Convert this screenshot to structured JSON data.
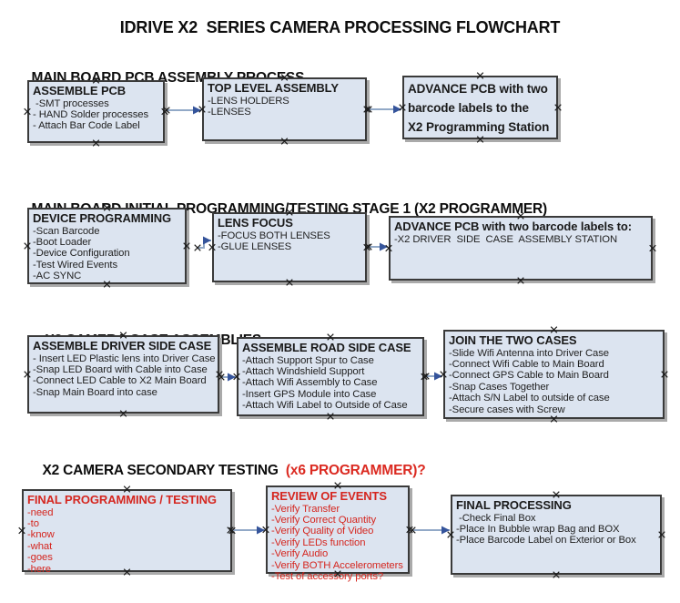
{
  "title": "IDRIVE X2  SERIES CAMERA PROCESSING FLOWCHART",
  "colors": {
    "box_fill": "#dce4f0",
    "box_border": "#3a3a3a",
    "accent_red": "#db2a21",
    "arrow_line": "#92a9c7",
    "arrow_head": "#35549b"
  },
  "sections": [
    {
      "heading": "MAIN BOARD PCB ASSEMBLY PROCESS",
      "heading_suffix": "",
      "boxes": [
        {
          "title": "ASSEMBLE PCB",
          "items": [
            " -SMT processes",
            "- HAND Solder processes",
            "- Attach Bar Code Label"
          ]
        },
        {
          "title": "TOP LEVEL ASSEMBLY",
          "items": [
            "-LENS HOLDERS",
            "-LENSES"
          ]
        },
        {
          "title": "ADVANCE PCB with two\nbarcode labels to the\n X2 Programming Station",
          "items": []
        }
      ]
    },
    {
      "heading": "MAIN BOARD INITIAL PROGRAMMING/TESTING STAGE 1 (X2 PROGRAMMER)",
      "heading_suffix": "",
      "boxes": [
        {
          "title": "DEVICE PROGRAMMING",
          "items": [
            "-Scan Barcode",
            "-Boot Loader",
            "-Device Configuration",
            "-Test Wired Events",
            "-AC SYNC"
          ]
        },
        {
          "title": "LENS FOCUS",
          "items": [
            "-FOCUS BOTH LENSES",
            "-GLUE LENSES"
          ]
        },
        {
          "title": "ADVANCE PCB with two barcode labels to:",
          "items": [
            "-X2 DRIVER  SIDE  CASE  ASSEMBLY STATION"
          ]
        }
      ]
    },
    {
      "heading": "X2 CAMERA CASE ASSEMBLIES",
      "heading_suffix": "",
      "boxes": [
        {
          "title": "ASSEMBLE DRIVER SIDE CASE",
          "items": [
            "- Insert LED Plastic lens into Driver Case",
            "-Snap LED Board with Cable into Case",
            "-Connect LED Cable to X2 Main Board",
            "-Snap Main Board into case"
          ]
        },
        {
          "title": "ASSEMBLE ROAD SIDE CASE",
          "items": [
            "-Attach Support Spur to Case",
            "-Attach Windshield Support",
            "-Attach Wifi Assembly to Case",
            "-Insert GPS Module into Case",
            "-Attach Wifi Label to Outside of Case"
          ]
        },
        {
          "title": "JOIN THE TWO CASES",
          "items": [
            "-Slide Wifi Antenna into Driver Case",
            "-Connect Wifi Cable to Main Board",
            "-Connect GPS Cable to Main Board",
            "-Snap Cases Together",
            "-Attach S/N Label to outside of case",
            "-Secure cases with Screw"
          ]
        }
      ]
    },
    {
      "heading": "X2 CAMERA SECONDARY TESTING",
      "heading_suffix": "  (x6 PROGRAMMER)?",
      "boxes": [
        {
          "title": "FINAL PROGRAMMING / TESTING",
          "items": [
            "-need",
            "-to",
            "-know",
            "-what",
            "-goes",
            "-here"
          ]
        },
        {
          "title": "REVIEW OF EVENTS",
          "items": [
            "-Verify Transfer",
            "-Verify Correct Quantity",
            "-Verify Quality of Video",
            "-Verify LEDs function",
            "-Verify Audio",
            "-Verify BOTH Accelerometers",
            "-Test of accessory ports?"
          ]
        },
        {
          "title": "FINAL PROCESSING",
          "items": [
            " -Check Final Box",
            "-Place In Bubble wrap Bag and BOX",
            "-Place Barcode Label on Exterior or Box"
          ]
        }
      ]
    }
  ]
}
